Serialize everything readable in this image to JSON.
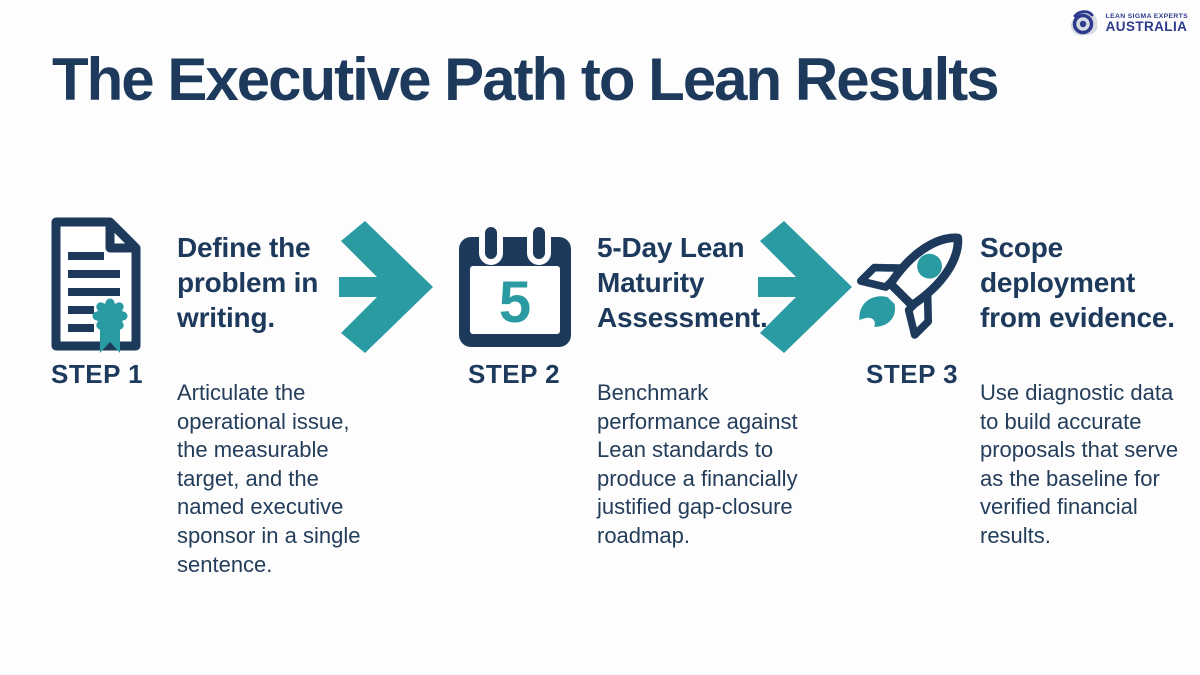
{
  "colors": {
    "navy": "#1d3a5c",
    "teal": "#2a9aa3",
    "logo_navy": "#2e3a8c",
    "background": "#fdfdfd"
  },
  "logo": {
    "brand_top": "LEAN SIGMA EXPERTS",
    "brand_bottom": "AUSTRALIA",
    "icon": "lean-sigma-swirl-icon"
  },
  "title": "The Executive Path to Lean Results",
  "steps": [
    {
      "label": "STEP 1",
      "icon": "certificate-document-icon",
      "heading": "Define the problem in writing.",
      "description": "Articulate the operational issue, the measurable target, and the named executive sponsor in a single sentence."
    },
    {
      "label": "STEP 2",
      "icon": "calendar-icon",
      "calendar_number": "5",
      "heading": "5-Day Lean Maturity Assessment.",
      "description": "Benchmark performance against Lean standards to produce a financially justified gap-closure roadmap."
    },
    {
      "label": "STEP 3",
      "icon": "rocket-icon",
      "heading": "Scope deployment from evidence.",
      "description": "Use diagnostic data to build accurate proposals that serve as the baseline for verified financial results."
    }
  ],
  "connectors": [
    "arrow-right",
    "arrow-right"
  ]
}
